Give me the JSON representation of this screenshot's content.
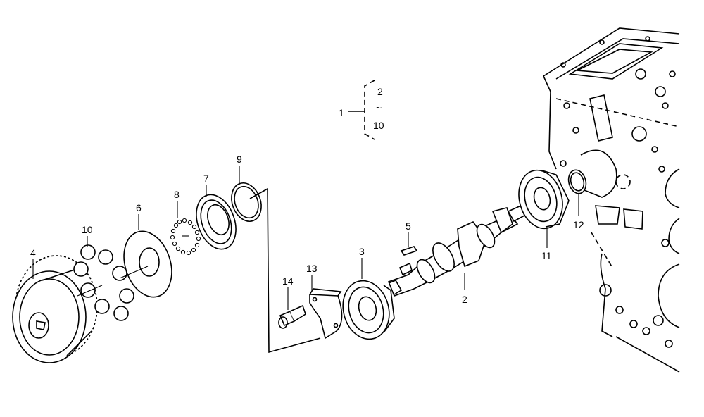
{
  "callouts": {
    "c1": "1",
    "c2": "2",
    "c2b": "2",
    "c3": "3",
    "c4": "4",
    "c5": "5",
    "c6": "6",
    "c7": "7",
    "c8": "8",
    "c9": "9",
    "c10": "10",
    "c10b": "10",
    "c11": "11",
    "c12": "12",
    "c13": "13",
    "c14": "14"
  },
  "range_symbol": "~"
}
